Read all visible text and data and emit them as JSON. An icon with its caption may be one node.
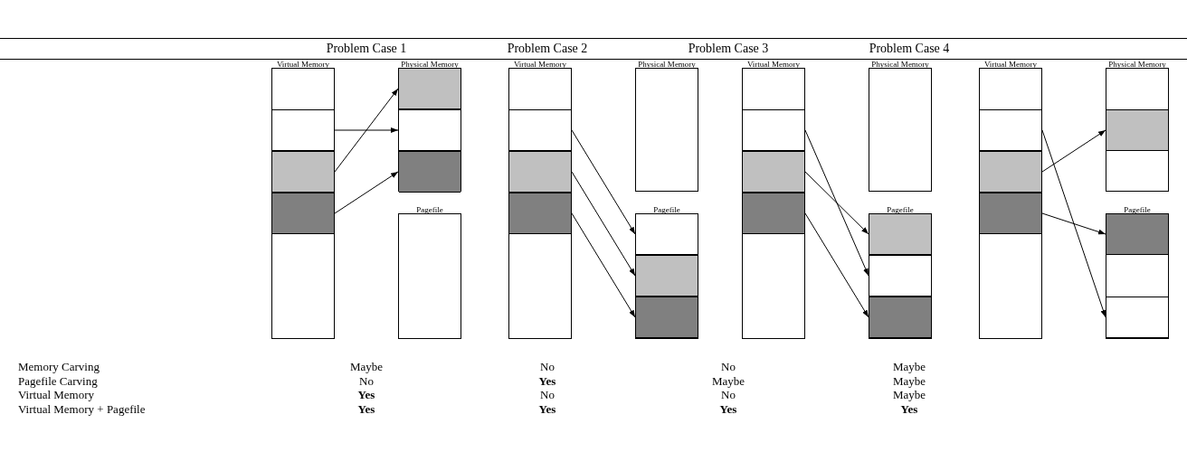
{
  "diagram": {
    "nodes": [
      {
        "text": [
          "Virtual Memory"
        ]
      },
      {
        "text": [],
        "shape": "box",
        "in": 0
      },
      {
        "text": [],
        "shape": "box",
        "in": 0
      },
      {
        "text": [],
        "shape": "box",
        "in": 0
      },
      {
        "text": [
          "Physical Memory"
        ]
      },
      {
        "text": [],
        "shape": "box",
        "in": 4
      },
      {
        "text": [],
        "shape": "box",
        "in": 4
      },
      {
        "text": [],
        "shape": "box",
        "in": 4
      },
      {
        "text": [
          "Pagefile"
        ]
      },
      {
        "text": [
          "Virtual Memory"
        ]
      },
      {
        "text": [],
        "shape": "box",
        "in": 9
      },
      {
        "text": [],
        "shape": "box",
        "in": 9
      },
      {
        "text": [],
        "shape": "box",
        "in": 9
      },
      {
        "text": [
          "Physical Memory"
        ]
      },
      {
        "text": [
          "Pagefile"
        ]
      },
      {
        "text": [],
        "shape": "box",
        "in": 14
      },
      {
        "text": [],
        "shape": "box",
        "in": 14
      },
      {
        "text": [],
        "shape": "box",
        "in": 14
      },
      {
        "text": [
          "Virtual Memory"
        ]
      },
      {
        "text": [],
        "shape": "box",
        "in": 18
      },
      {
        "text": [],
        "shape": "box",
        "in": 18
      },
      {
        "text": [],
        "shape": "box",
        "in": 18
      },
      {
        "text": [
          "Physical Memory"
        ]
      },
      {
        "text": [
          "Pagefile"
        ]
      },
      {
        "text": [],
        "shape": "box",
        "in": 23
      },
      {
        "text": [],
        "shape": "box",
        "in": 23
      },
      {
        "text": [],
        "shape": "box",
        "in": 23
      },
      {
        "text": [
          "Virtual Memory"
        ]
      },
      {
        "text": [],
        "shape": "box",
        "in": 27
      },
      {
        "text": [],
        "shape": "box",
        "in": 27
      },
      {
        "text": [],
        "shape": "box",
        "in": 27
      },
      {
        "text": [
          "Physical Memory"
        ]
      },
      {
        "text": [],
        "shape": "box",
        "in": 31
      },
      {
        "text": [
          "Pagefile"
        ]
      },
      {
        "text": [],
        "shape": "box",
        "in": 33
      },
      {
        "text": [],
        "shape": "box",
        "in": 33
      }
    ],
    "edges": [
      {
        "from": 1,
        "to": 6,
        "arrow": "to"
      },
      {
        "from": 2,
        "to": 5,
        "arrow": "to"
      },
      {
        "from": 3,
        "to": 7,
        "arrow": "to"
      },
      {
        "from": 10,
        "to": 15,
        "arrow": "to"
      },
      {
        "from": 11,
        "to": 16,
        "arrow": "to"
      },
      {
        "from": 12,
        "to": 17,
        "arrow": "to"
      },
      {
        "from": 19,
        "to": 25,
        "arrow": "to"
      },
      {
        "from": 20,
        "to": 24,
        "arrow": "to"
      },
      {
        "from": 21,
        "to": 26,
        "arrow": "to"
      },
      {
        "from": 28,
        "to": 35,
        "arrow": "to"
      },
      {
        "from": 29,
        "to": 32,
        "arrow": "to"
      },
      {
        "from": 30,
        "to": 34,
        "arrow": "to"
      }
    ],
    "labels": [
      "Problem Case 1",
      "Problem Case 2",
      "Problem Case 3",
      "Problem Case 4",
      "Memory Carving",
      "Maybe",
      "No",
      "No",
      "Maybe",
      "Pagefile Carving",
      "No",
      "Yes",
      "Maybe",
      "Maybe",
      "Virtual Memory",
      "Yes",
      "No",
      "No",
      "Maybe",
      "Virtual Memory + Pagefile",
      "Yes",
      "Yes",
      "Yes",
      "Yes"
    ]
  }
}
